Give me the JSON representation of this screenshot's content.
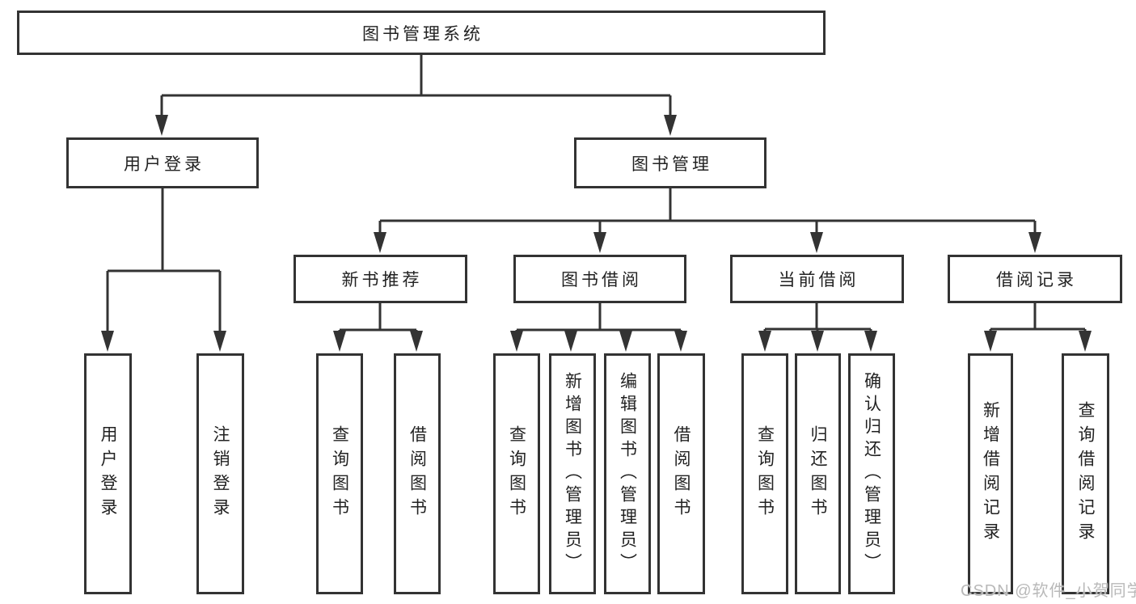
{
  "diagram": {
    "root": {
      "label": "图书管理系统"
    },
    "level2": [
      {
        "label": "用户登录"
      },
      {
        "label": "图书管理"
      }
    ],
    "level3": [
      {
        "label": "新书推荐"
      },
      {
        "label": "图书借阅"
      },
      {
        "label": "当前借阅"
      },
      {
        "label": "借阅记录"
      }
    ],
    "leaves": {
      "user_login": [
        "用户登录",
        "注销登录"
      ],
      "new_books": [
        "查询图书",
        "借阅图书"
      ],
      "book_borrowing": [
        "查询图书",
        "新增图书（管理员）",
        "编辑图书（管理员）",
        "借阅图书"
      ],
      "current_borrowing": [
        "查询图书",
        "归还图书",
        "确认归还（管理员）"
      ],
      "borrow_records": [
        "新增借阅记录",
        "查询借阅记录"
      ]
    }
  },
  "watermark": {
    "text": "CSDN @软件_小贺同学"
  },
  "colors": {
    "line": "#333333",
    "border": "#333333",
    "text": "#222222",
    "watermark_text": "#b9b9b9",
    "background": "#ffffff"
  }
}
